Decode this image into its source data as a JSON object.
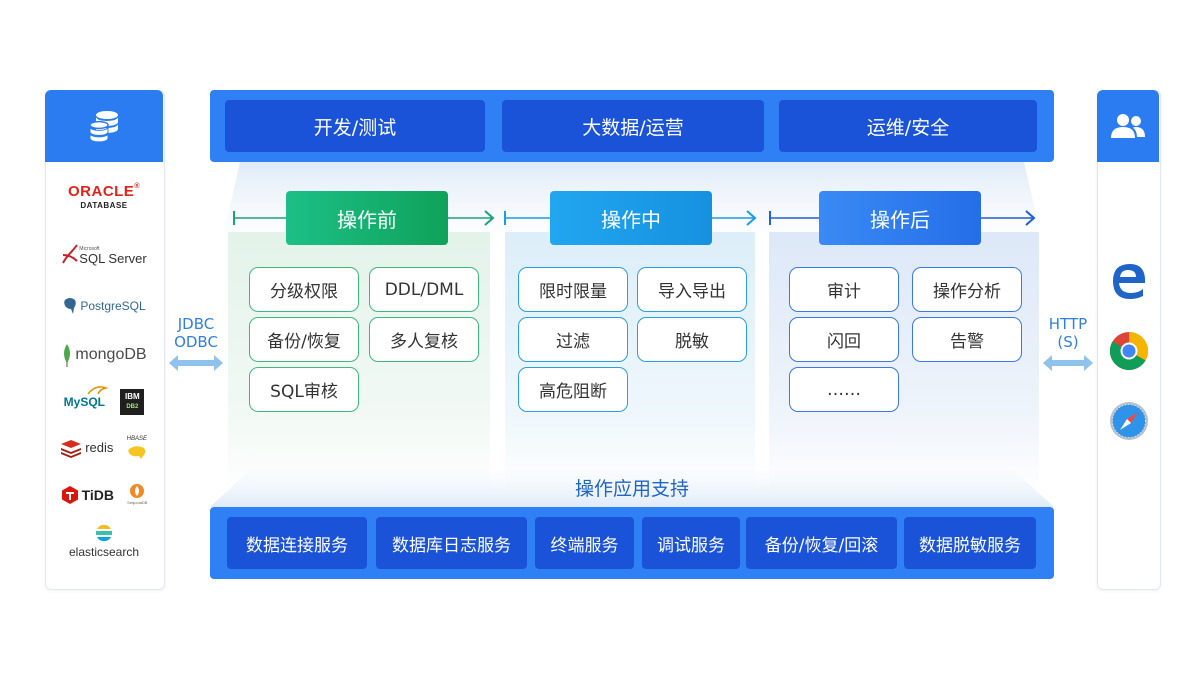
{
  "left_panel": {
    "header_icon": "database-icon",
    "logos": [
      {
        "name": "oracle",
        "main": "ORACLE",
        "registered": "®",
        "sub": "DATABASE"
      },
      {
        "name": "sqlserver",
        "prefix": "Microsoft",
        "main": "SQL Server"
      },
      {
        "name": "postgresql",
        "main": "PostgreSQL"
      },
      {
        "name": "mongodb",
        "main": "mongoDB"
      },
      {
        "name": "mysql",
        "main": "MySQL"
      },
      {
        "name": "db2",
        "main": "IBM",
        "sub": "DB2"
      },
      {
        "name": "redis",
        "main": "redis"
      },
      {
        "name": "hbase",
        "main": "HBASE"
      },
      {
        "name": "tidb",
        "main": "TiDB"
      },
      {
        "name": "sequoiadb",
        "main": "SequoiaDB"
      },
      {
        "name": "elasticsearch",
        "main": "elasticsearch"
      }
    ]
  },
  "right_panel": {
    "header_icon": "users-icon",
    "browsers": [
      "edge-icon",
      "chrome-icon",
      "safari-icon"
    ]
  },
  "connectors": {
    "left": [
      "JDBC",
      "ODBC"
    ],
    "right": [
      "HTTP",
      "(S)"
    ]
  },
  "top_bar": {
    "items": [
      "开发/测试",
      "大数据/运营",
      "运维/安全"
    ]
  },
  "stages": [
    {
      "title": "操作前",
      "items": [
        "分级权限",
        "DDL/DML",
        "备份/恢复",
        "多人复核",
        "SQL审核"
      ]
    },
    {
      "title": "操作中",
      "items": [
        "限时限量",
        "导入导出",
        "过滤",
        "脱敏",
        "高危阻断"
      ]
    },
    {
      "title": "操作后",
      "items": [
        "审计",
        "操作分析",
        "闪回",
        "告警",
        "……"
      ]
    }
  ],
  "support_label": "操作应用支持",
  "bottom_bar": {
    "items": [
      "数据连接服务",
      "数据库日志服务",
      "终端服务",
      "调试服务",
      "备份/恢复/回滚",
      "数据脱敏服务"
    ]
  },
  "colors": {
    "brand_blue": "#2f80f5",
    "dark_blue": "#1a52d8",
    "stage1": "#1bb57a",
    "stage2": "#1a9be8",
    "stage3": "#2b7cf0"
  }
}
